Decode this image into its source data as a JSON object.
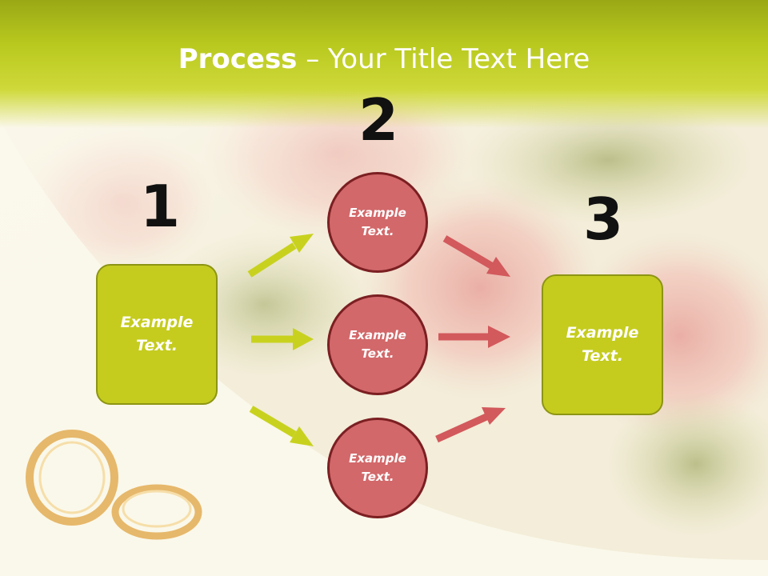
{
  "title": {
    "bold": "Process",
    "rest": " – Your Title Text Here"
  },
  "steps": {
    "one": "1",
    "two": "2",
    "three": "3"
  },
  "boxes": {
    "left": "Example Text.",
    "right": "Example Text."
  },
  "circles": {
    "top": "Example Text.",
    "middle": "Example Text.",
    "bottom": "Example Text."
  },
  "colors": {
    "header": "#b9c91e",
    "box_fill": "#c5cc1e",
    "box_border": "#8d9513",
    "circle_fill": "#d2686a",
    "circle_border": "#7b1f22",
    "green_arrow": "#c8d21e",
    "red_arrow": "#d2595c"
  }
}
